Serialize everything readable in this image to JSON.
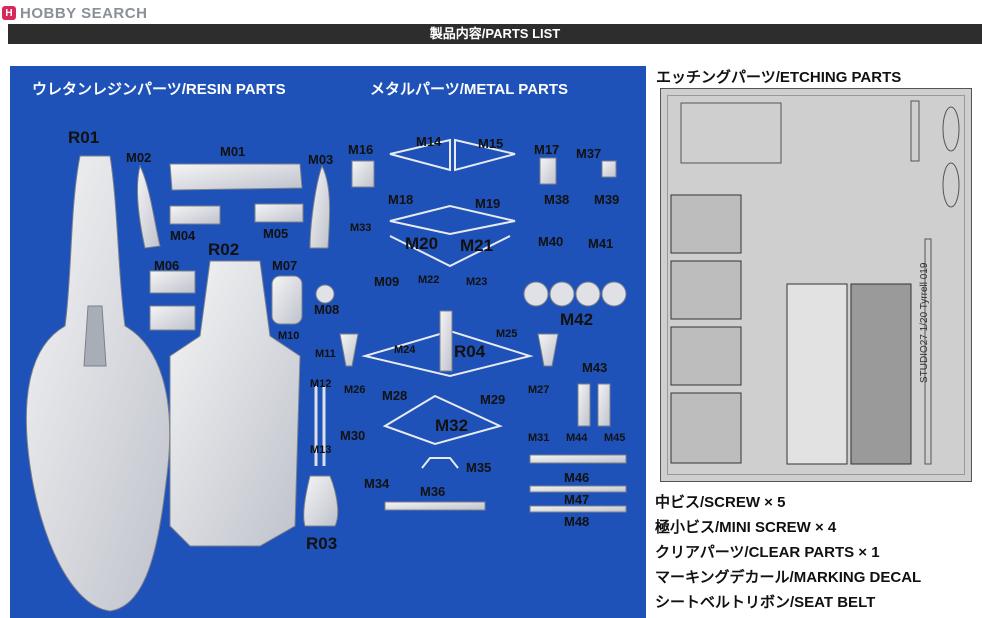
{
  "site": {
    "logo_badge": "H",
    "logo_text": "HOBBY SEARCH"
  },
  "title": "製品内容/PARTS LIST",
  "sections": {
    "resin": "ウレタンレジンパーツ/RESIN PARTS",
    "metal": "メタルパーツ/METAL PARTS",
    "etching": "エッチングパーツ/ETCHING PARTS"
  },
  "resin_labels": [
    "R01",
    "M02",
    "M01",
    "M03",
    "M04",
    "M05",
    "R02",
    "M06",
    "M07",
    "M08",
    "M10",
    "M11",
    "M12",
    "M13",
    "R03"
  ],
  "metal_labels": [
    "M16",
    "M14",
    "M15",
    "M17",
    "M37",
    "M18",
    "M19",
    "M38",
    "M39",
    "M33",
    "M20",
    "M21",
    "M40",
    "M41",
    "M09",
    "M22",
    "M23",
    "M42",
    "M25",
    "M24",
    "R04",
    "M43",
    "M26",
    "M28",
    "M29",
    "M27",
    "M30",
    "M32",
    "M31",
    "M44",
    "M45",
    "M35",
    "M46",
    "M34",
    "M36",
    "M47",
    "M48"
  ],
  "etching": {
    "side_text": "STUDIO27 1/20 Tyrrell 019"
  },
  "accessories": [
    "中ビス/SCREW × 5",
    "極小ビス/MINI SCREW × 4",
    "クリアパーツ/CLEAR PARTS × 1",
    "マーキングデカール/MARKING DECAL",
    "シートベルトリボン/SEAT BELT"
  ]
}
